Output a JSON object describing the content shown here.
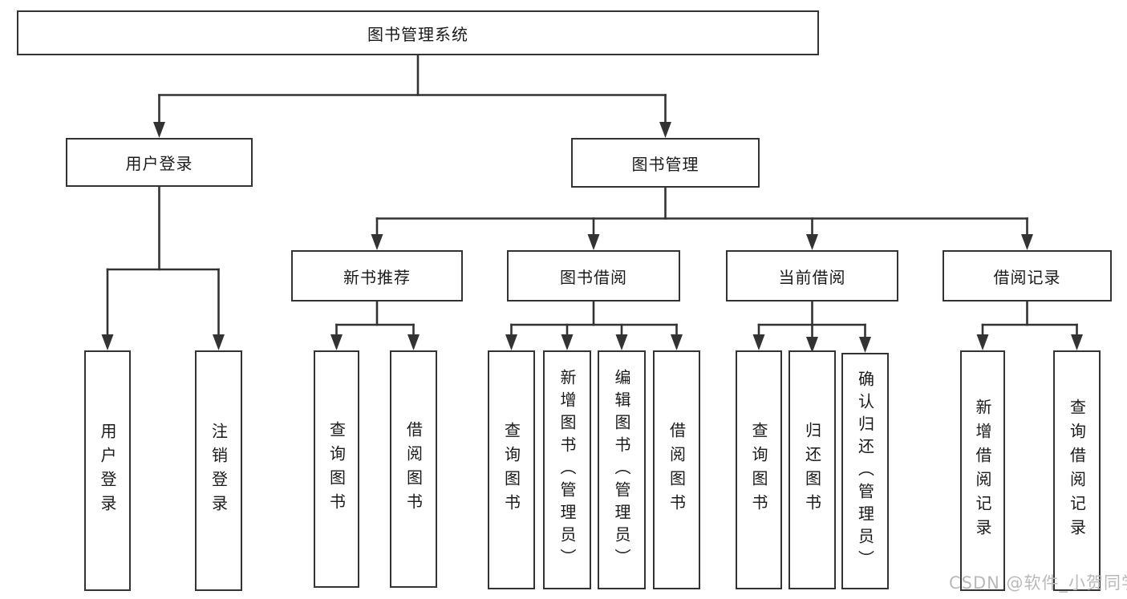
{
  "title": "图书管理系统",
  "watermark": "CSDN @软件_小贺同学",
  "colors": {
    "line": "#333333",
    "text": "#1a1a1a",
    "watermark": "#b9b9b9",
    "background": "#ffffff"
  },
  "nodes": {
    "root": "图书管理系统",
    "level2": [
      "用户登录",
      "图书管理"
    ],
    "level3": [
      "新书推荐",
      "图书借阅",
      "当前借阅",
      "借阅记录"
    ],
    "user_login_leaves": [
      "用户登录",
      "注销登录"
    ],
    "new_book_leaves": [
      "查询图书",
      "借阅图书"
    ],
    "book_borrow_leaves": [
      "查询图书",
      "新增图书（管理员）",
      "编辑图书（管理员）",
      "借阅图书"
    ],
    "current_borrow_leaves": [
      "查询图书",
      "归还图书",
      "确认归还（管理员）"
    ],
    "borrow_record_leaves": [
      "新增借阅记录",
      "查询借阅记录"
    ]
  }
}
